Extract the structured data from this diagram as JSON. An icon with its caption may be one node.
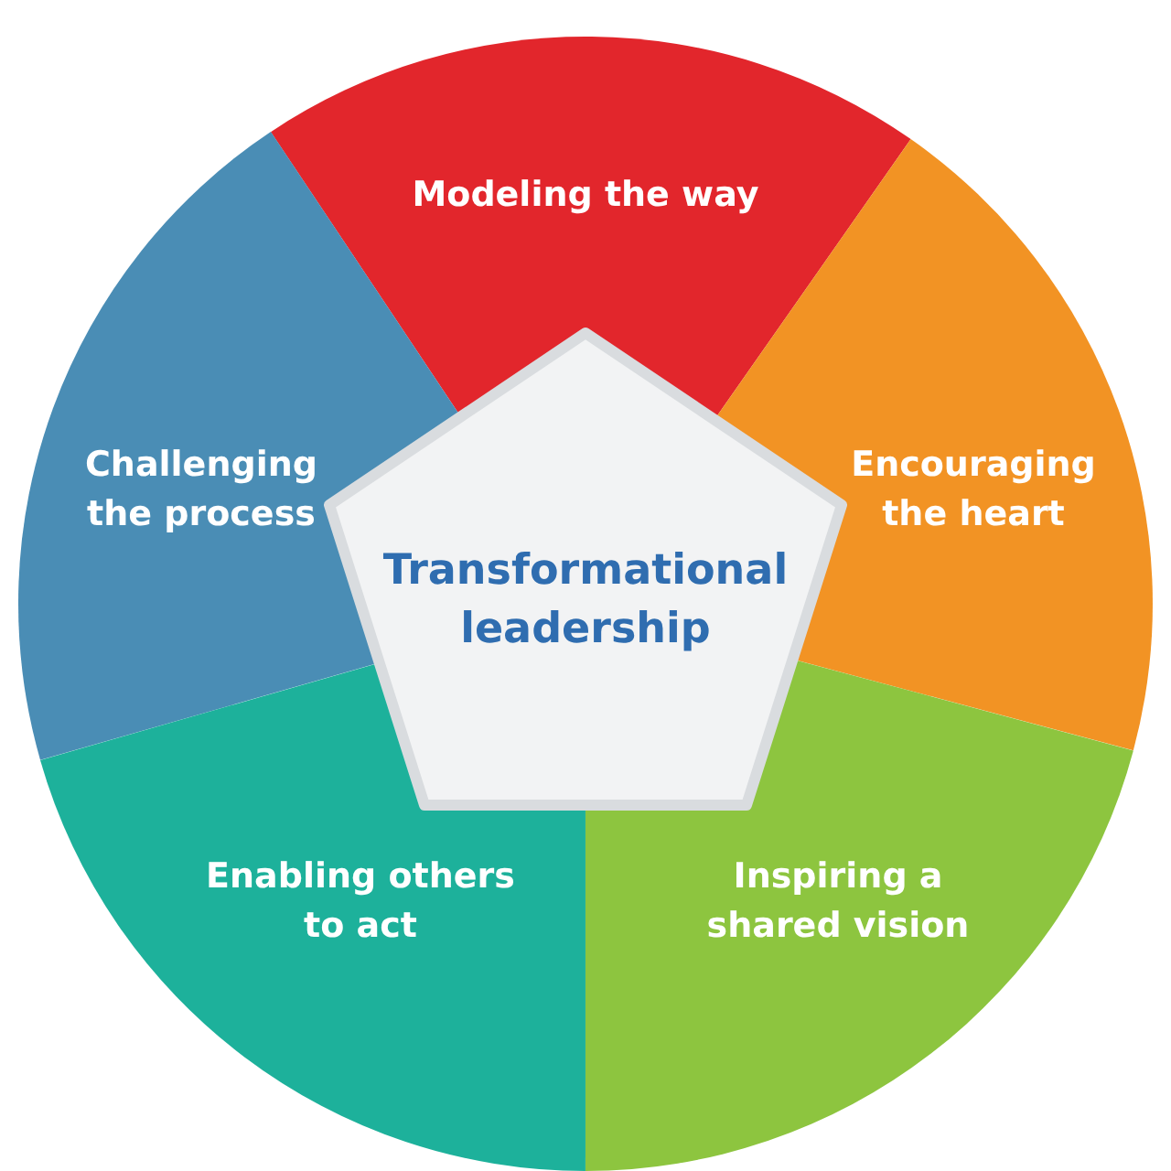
{
  "diagram": {
    "nodes": [
      {
        "text": [
          "Modeling the way"
        ]
      },
      {
        "text": [
          "Challenging the process"
        ]
      },
      {
        "text": [
          "Encouraging the heart"
        ]
      },
      {
        "text": [
          "Transformational leadership"
        ]
      },
      {
        "text": [
          "Enabling others to act"
        ]
      },
      {
        "text": [
          "Inspiring a shared vision"
        ]
      }
    ]
  }
}
